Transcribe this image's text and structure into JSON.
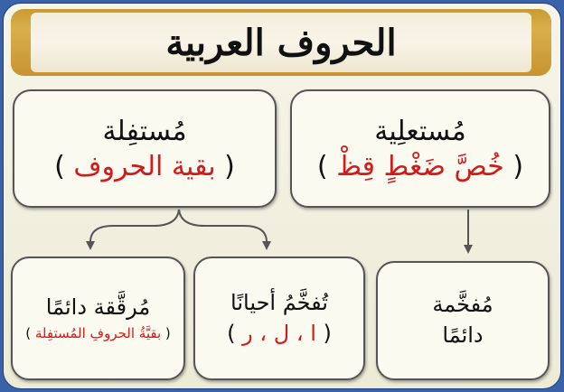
{
  "title": "الحروف العربية",
  "top_left": {
    "label": "مُستفِلة",
    "paren_open": "(",
    "letters": "بقية الحروف",
    "paren_close": ")"
  },
  "top_right": {
    "label": "مُستعلِية",
    "paren_open": "(",
    "letters": "خُصَّ ضَغْطٍ قِظْ",
    "paren_close": ")"
  },
  "bottom_left": {
    "label": "مُرقَّقة دائمًا",
    "paren_open": "(",
    "letters": "بقيَّةُ الحروفِ المُستفِلة",
    "paren_close": ")"
  },
  "bottom_middle": {
    "label": "تُفخَّمُ أحيانًا",
    "paren_open": "(",
    "letters": "ا ، ل ، ر",
    "paren_close": ")"
  },
  "bottom_right": {
    "line1": "مُفخَّمة",
    "line2": "دائمًا"
  },
  "colors": {
    "accent_red": "#d21a1a",
    "banner_gold": "#c99a32",
    "frame_blue": "#3a62a8"
  }
}
